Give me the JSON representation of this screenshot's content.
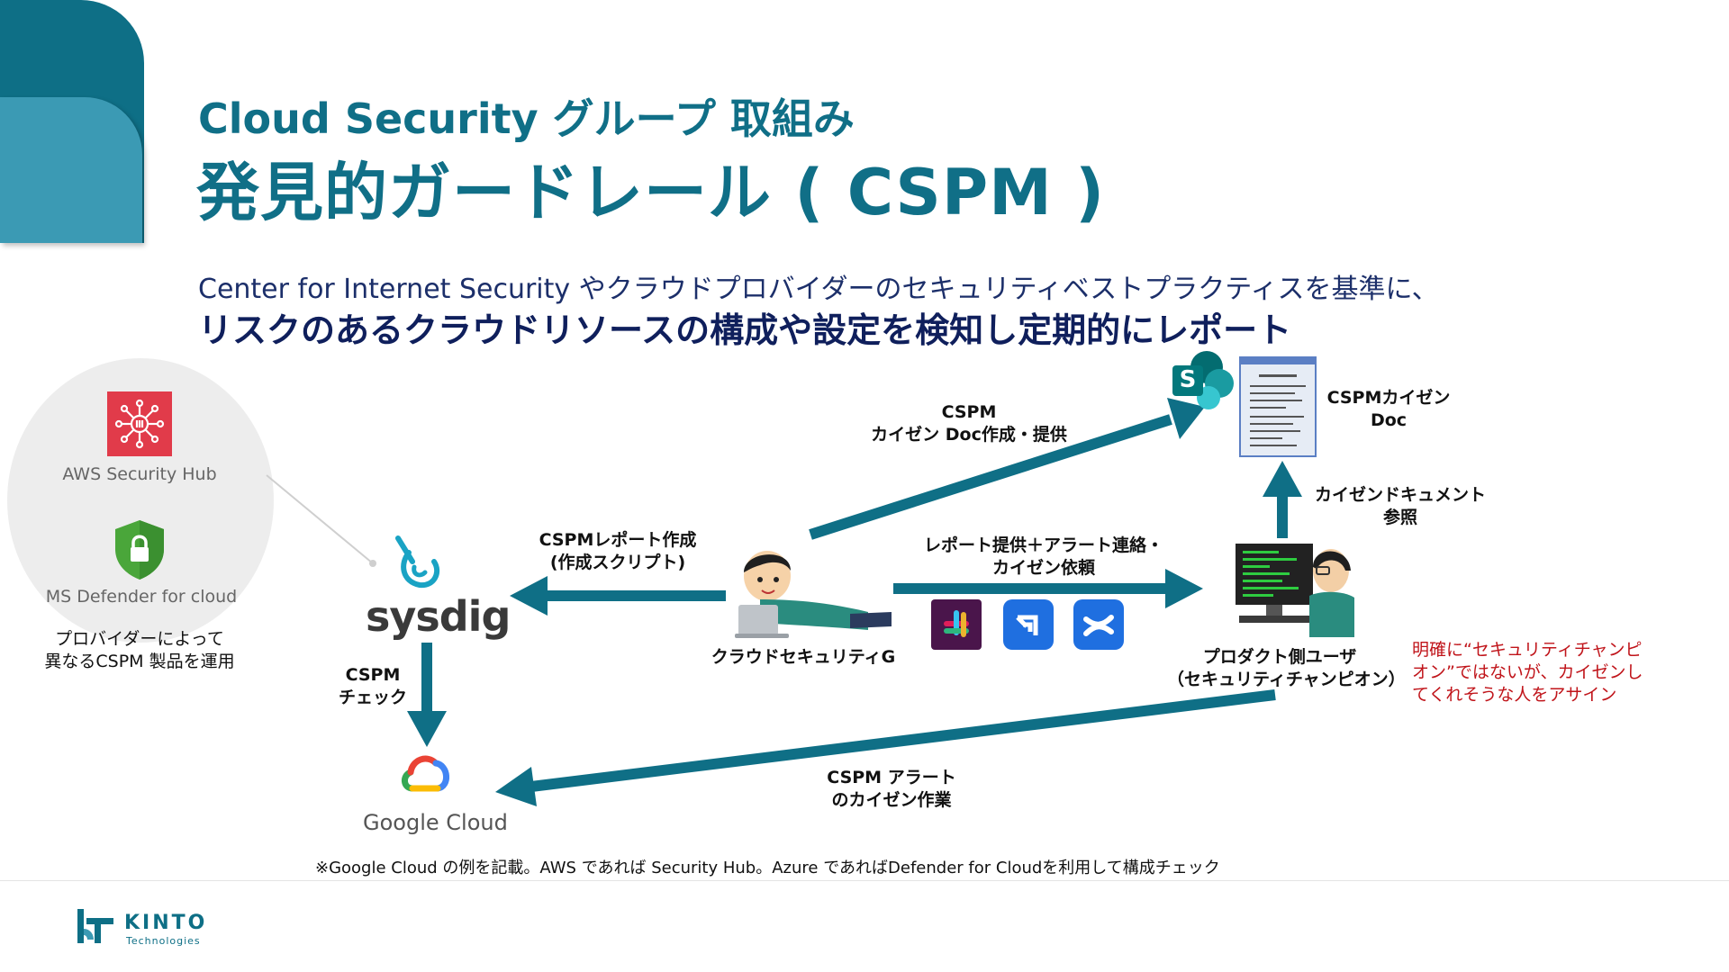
{
  "header": {
    "title_line1": "Cloud Security グループ 取組み",
    "title_line2": "発見的ガードレール ( CSPM )"
  },
  "intro": {
    "line1": "Center for Internet Security やクラウドプロバイダーのセキュリティベストプラクティスを基準に、",
    "line2": "リスクのあるクラウドリソースの構成や設定を検知し定期的にレポート"
  },
  "providers": {
    "aws_label": "AWS Security Hub",
    "ms_label": "MS Defender for cloud",
    "note_line1": "プロバイダーによって",
    "note_line2": "異なるCSPM 製品を運用"
  },
  "nodes": {
    "sysdig": "sysdig",
    "google_cloud": "Google Cloud",
    "cloud_security_g": "クラウドセキュリティG",
    "product_user_line1": "プロダクト側ユーザ",
    "product_user_line2": "（セキュリティチャンピオン）",
    "doc_line1": "CSPMカイゼン",
    "doc_line2": "Doc",
    "sharepoint_letter": "S"
  },
  "edges": {
    "report_create_line1": "CSPMレポート作成",
    "report_create_line2": "(作成スクリプト)",
    "doc_create_line1": "CSPM",
    "doc_create_line2": "カイゼン Doc作成・提供",
    "report_alert_line1": "レポート提供＋アラート連絡・",
    "report_alert_line2": "カイゼン依頼",
    "doc_ref_line1": "カイゼンドキュメント",
    "doc_ref_line2": "参照",
    "cspm_check_line1": "CSPM",
    "cspm_check_line2": "チェック",
    "alert_fix_line1": "CSPM アラート",
    "alert_fix_line2": "のカイゼン作業"
  },
  "red_note": {
    "line1": "明確に“セキュリティチャンピ",
    "line2": "オン”ではないが、カイゼンし",
    "line3": "てくれそうな人をアサイン"
  },
  "footnote": "※Google Cloud の例を記載。AWS であれば Security Hub。Azure であればDefender for Cloudを利用して構成チェック",
  "footer": {
    "brand": "KINTO",
    "brand_sub": "Technologies"
  },
  "colors": {
    "brand": "#106f87",
    "arrow": "#0f6f86",
    "navy": "#0f1f5c",
    "note_red": "#c0141a",
    "aws_red": "#e13b4a",
    "shield_green": "#4aa63a"
  }
}
